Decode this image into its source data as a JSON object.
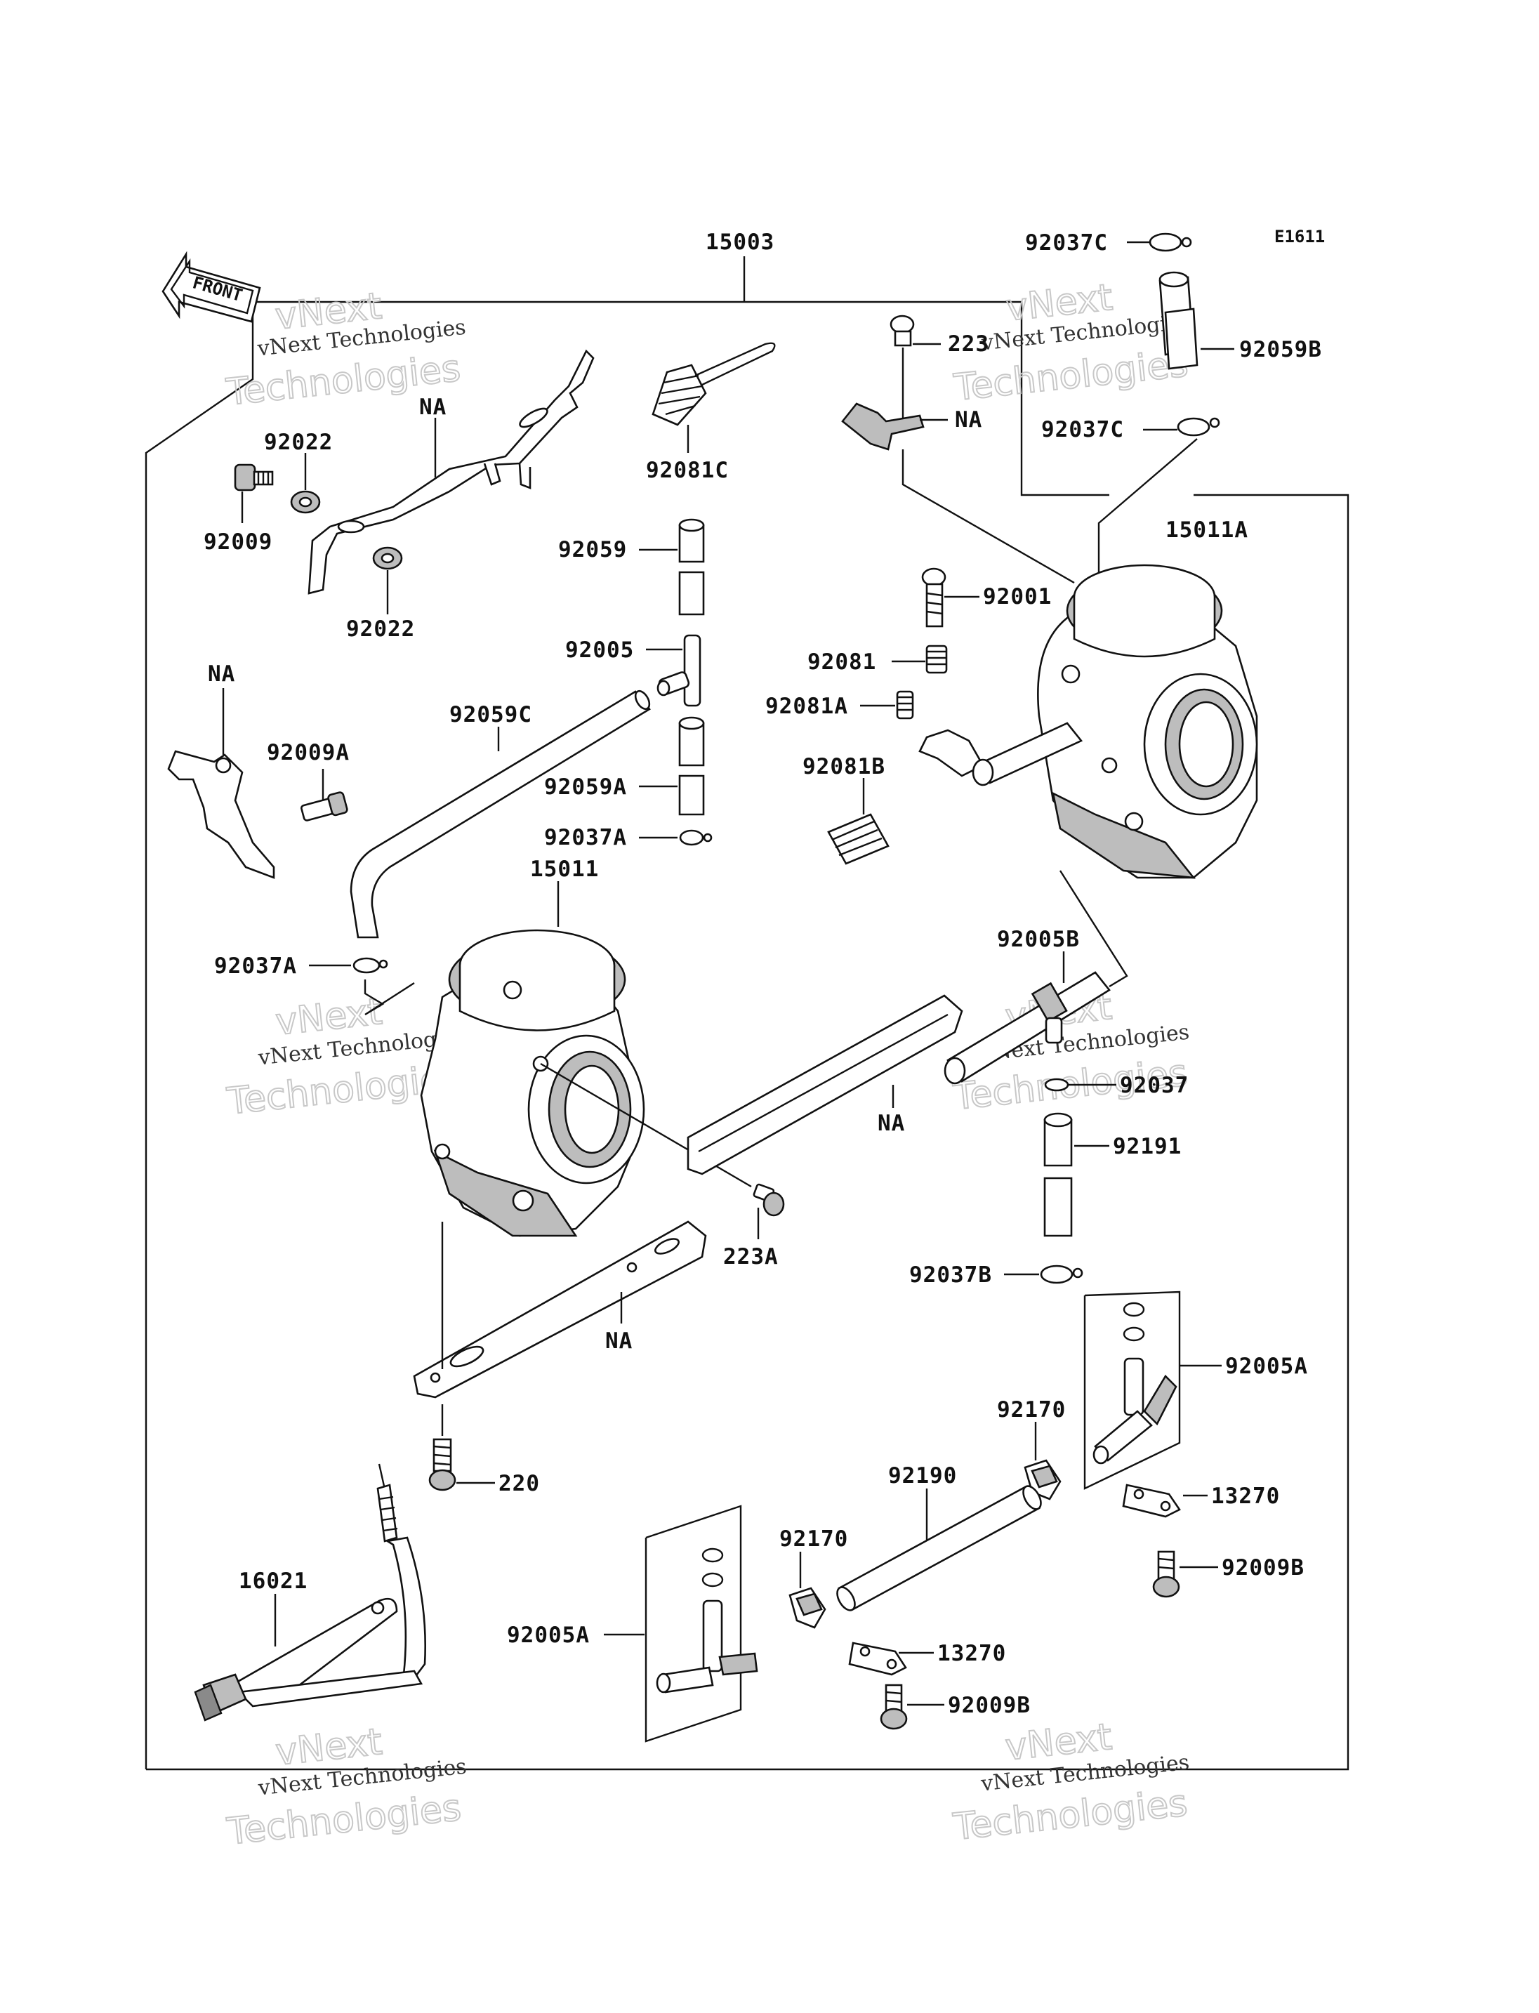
{
  "diagram_code": "E1611",
  "front_label": "FRONT",
  "watermark": {
    "line1": "vNext Technologies",
    "line2": "vNext",
    "line3": "Technologies"
  },
  "labels": {
    "assembly": "15003",
    "carb_right": "15011A",
    "carb_left": "15011",
    "choke_cable": "16021",
    "screw_223": "223",
    "screw_223a": "223A",
    "screw_220": "220",
    "na": "NA",
    "p92001": "92001",
    "p92005": "92005",
    "p92005a": "92005A",
    "p92005b": "92005B",
    "p92009": "92009",
    "p92009a": "92009A",
    "p92009b": "92009B",
    "p92022": "92022",
    "p92037": "92037",
    "p92037a": "92037A",
    "p92037b": "92037B",
    "p92037c": "92037C",
    "p92059": "92059",
    "p92059a": "92059A",
    "p92059b": "92059B",
    "p92059c": "92059C",
    "p92081": "92081",
    "p92081a": "92081A",
    "p92081b": "92081B",
    "p92081c": "92081C",
    "p92170": "92170",
    "p92190": "92190",
    "p92191": "92191",
    "p13270": "13270"
  }
}
